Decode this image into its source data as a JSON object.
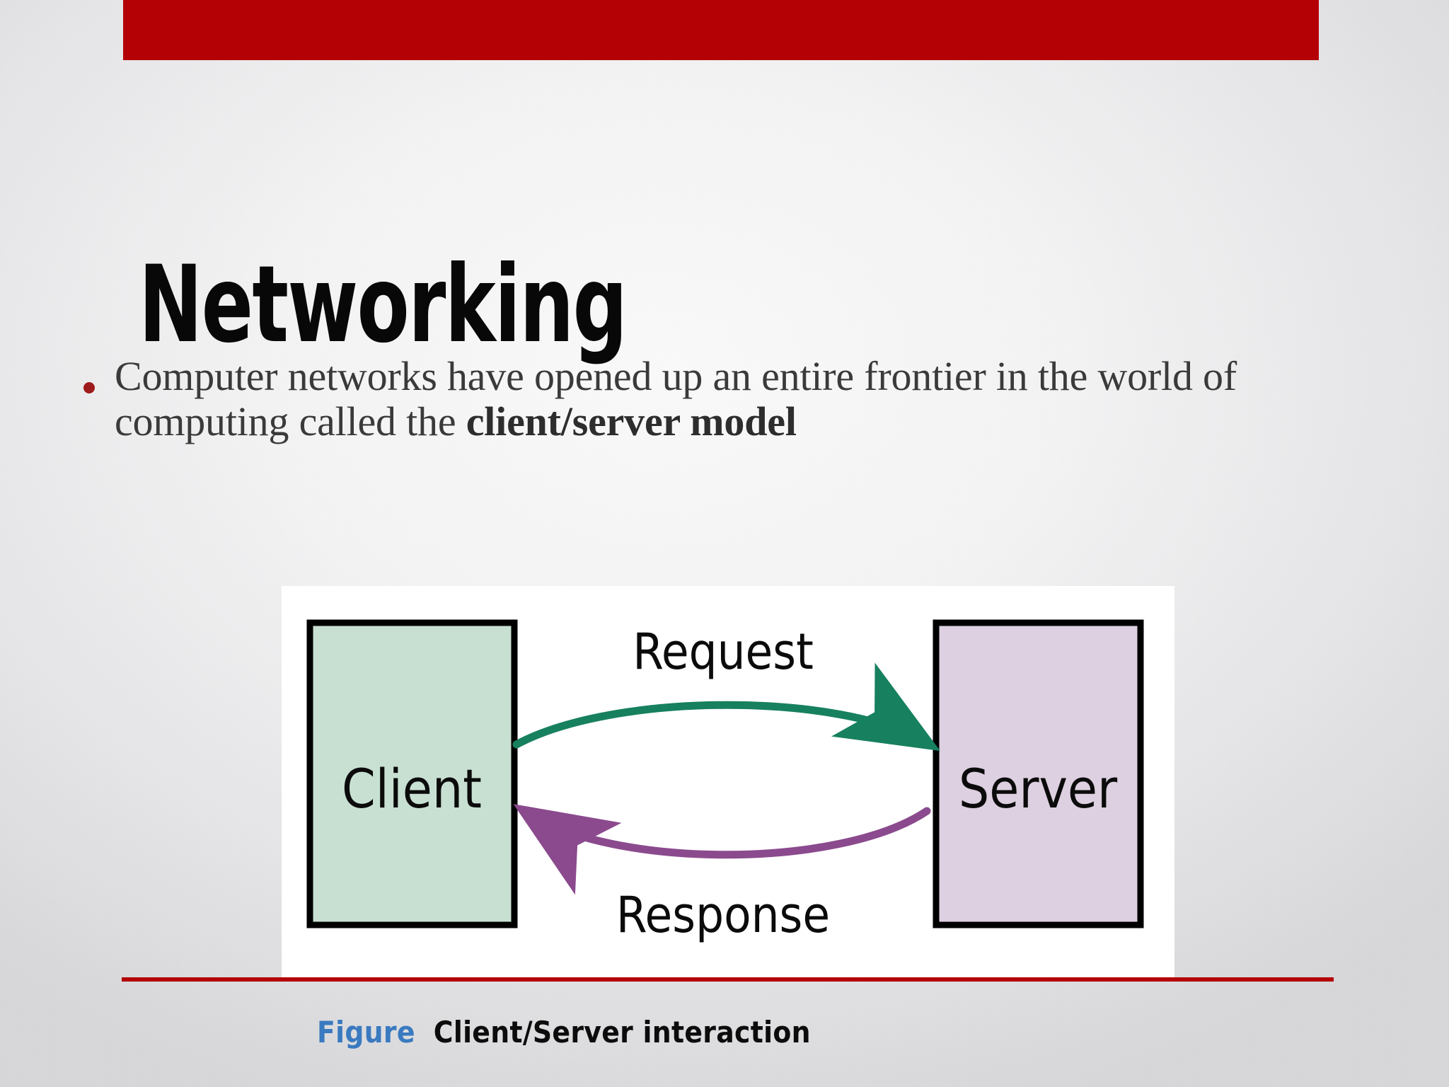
{
  "slide": {
    "title": "Networking",
    "background_color": "#eeeeef",
    "accent_color": "#b40106"
  },
  "banner": {
    "color": "#b40106"
  },
  "body": {
    "bullets": [
      {
        "text_before_bold": "Computer networks have opened up an entire frontier in the world of computing called the ",
        "bold_text": "client/server model",
        "bullet_color": "#9e1b1b"
      }
    ]
  },
  "figure": {
    "panel_background": "#ffffff",
    "nodes": [
      {
        "id": "client",
        "label": "Client",
        "fill": "#c8e0d2",
        "stroke": "#000000"
      },
      {
        "id": "server",
        "label": "Server",
        "fill": "#ddd0e0",
        "stroke": "#000000"
      }
    ],
    "edges": [
      {
        "id": "request",
        "label": "Request",
        "from": "client",
        "to": "server",
        "color": "#17805f",
        "direction": "left-to-right"
      },
      {
        "id": "response",
        "label": "Response",
        "from": "server",
        "to": "client",
        "color": "#8b4a8e",
        "direction": "right-to-left"
      }
    ],
    "caption": {
      "label": "Figure",
      "label_color": "#3a7ac0",
      "title": "Client/Server interaction",
      "title_color": "#0c0c0c"
    }
  },
  "rule": {
    "color": "#b40106"
  }
}
